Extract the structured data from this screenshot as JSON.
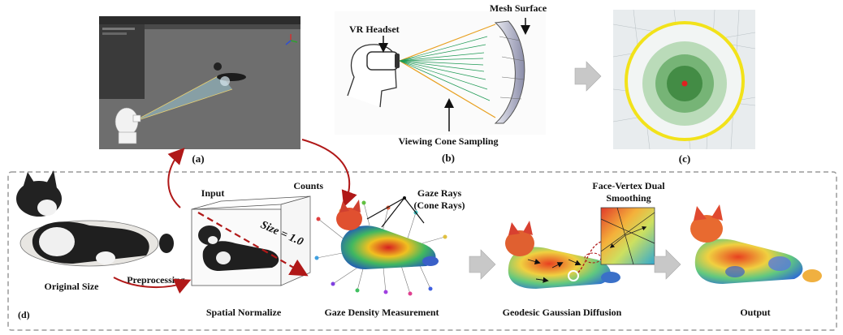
{
  "panels": {
    "a": {
      "label": "(a)"
    },
    "b": {
      "label": "(b)",
      "vr_headset": "VR Headset",
      "mesh_surface": "Mesh  Surface",
      "viewing_cone": "Viewing Cone Sampling"
    },
    "c": {
      "label": "(c)"
    },
    "d": {
      "label": "(d)",
      "original_size": "Original Size",
      "input": "Input",
      "preprocessing": "Preprocessing",
      "size": "Size = 1.0",
      "spatial_normalize": "Spatial Normalize",
      "counts": "Counts",
      "gaze_rays_1": "Gaze Rays",
      "gaze_rays_2": "(Cone Rays)",
      "gaze_density": "Gaze Density Measurement",
      "fv_smoothing_1": "Face-Vertex Dual",
      "fv_smoothing_2": "Smoothing",
      "geodesic": "Geodesic Gaussian Diffusion",
      "output": "Output"
    }
  },
  "colors": {
    "arrow_red": "#b01818",
    "circle_yellow": "#f2e21a",
    "gray_arrow": "#c8c8c8",
    "dash": "#9a9a9a",
    "cone_green": "#1f9a55",
    "cone_orange": "#e8a020"
  }
}
